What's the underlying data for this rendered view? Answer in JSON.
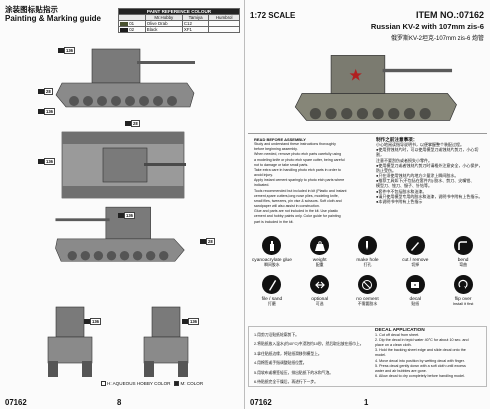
{
  "left_page": {
    "title_cn": "涂装图标贴指示",
    "title_en": "Painting & Marking guide",
    "page_number": "8",
    "item_code": "07162",
    "paint_table": {
      "header": "PAINT REFERENCE COLOUR",
      "columns": [
        "",
        "Mr.Hobby",
        "Tamiya",
        "Humbrol"
      ],
      "rows": [
        {
          "id": "01",
          "swatch": "#4a5230",
          "name": "Olive Drab",
          "code": "C12"
        },
        {
          "id": "02",
          "swatch": "#1c1c1c",
          "name": "Black",
          "code": "XF1"
        }
      ]
    },
    "callouts": [
      "136",
      "28",
      "136",
      "28",
      "136",
      "136",
      "28",
      "136",
      "136"
    ],
    "legend": {
      "h_label": "H: AQUEOUS HOBBY COLOR",
      "m_label": "M: COLOR"
    }
  },
  "right_page": {
    "scale": "1:72 SCALE",
    "item_label": "ITEM NO.:07162",
    "model_en": "Russian KV-2 with 107mm zis-6",
    "model_cn": "俄罗斯KV-2坦克-107mm zis-6 炮管",
    "page_number": "1",
    "item_code": "07162",
    "notes_en": {
      "title": "READ BEFORE ASSEMBLY",
      "lines": [
        "Study and understand these instructions thoroughly",
        "before beginning assembly.",
        "When needed, remove photo etch parts carefully using",
        "a modeling knife or photo etch spare cutter, being careful",
        "not to damage or take small parts.",
        "Take extra care in handling photo etch parts in order to",
        "avoid injury.",
        "Apply instant cement sparingly to photo etch parts where",
        "indicated.",
        "Tools recommended but included in kit (Plastic and instant",
        "cement,spare cutters,long nose plies, modeling knife,",
        "small files, tweezers, pin vise & scissors. Soft cloth and",
        "sandpaper will also assist in construction.",
        "Glue and parts are not included in the kit. Use plastic",
        "cement and hobby paints only. Color guide for painting",
        "part is included in the kit."
      ]
    },
    "notes_cn": {
      "title": "制作之前注意事项：",
      "lines": [
        "小心地阅读指导说明书，以便掌握整个装配过程。",
        "●使用到蚀刻片时，可以使用模型刀或蚀刻片剪刀，小心切割，",
        "注意不要刮伤或者损失小零件。",
        "●使用模型刀或者蚀刻片剪刀时请格外注意安全，小心保护，",
        "防止受伤。",
        "●只在须使用蚀刻片的地方少量涂上瞬间胶水。",
        "●推荐工具如下(不包括在套件内):胶水、剪刀、尖嘴钳、",
        "模型刀、锉刀、镊子、针钻等。",
        "●套件中不包括胶水和油漆。",
        "●请只使用模型专用的胶水和油漆，说明书中附有上色指示。",
        "●本说明书中附有上色指示"
      ]
    },
    "icons": [
      {
        "name": "cyanoacrylate-glue-icon",
        "label": "cyanoacrylate glue",
        "cn": "瞬间胶水"
      },
      {
        "name": "weight-icon",
        "label": "weight",
        "cn": "配重"
      },
      {
        "name": "make-hole-icon",
        "label": "make hole",
        "cn": "打孔"
      },
      {
        "name": "cut-remove-icon",
        "label": "cut / remove",
        "cn": "切掉"
      },
      {
        "name": "bend-icon",
        "label": "bend",
        "cn": "弯曲"
      },
      {
        "name": "file-sand-icon",
        "label": "file / sand",
        "cn": "打磨"
      },
      {
        "name": "optional-icon",
        "label": "optional",
        "cn": "可选"
      },
      {
        "name": "no-cement-icon",
        "label": "no cement",
        "cn": "不需要胶水"
      },
      {
        "name": "decal-icon",
        "label": "decal",
        "cn": "贴纸"
      },
      {
        "name": "flip-icon",
        "label": "flip over",
        "cn": "Install it first"
      }
    ],
    "decal_cn": [
      "1.用剪刀沿贴纸轮廓剪下。",
      "2.将贴纸放入温水(约40°C)中浸泡约10秒，然后取出放在纸巾上。",
      "3.拿住贴纸边缘，将贴纸滑移到模型上。",
      "4.用棉签或手指调整贴纸位置。",
      "5.用软布或棉签轻压，排出贴纸下的水和气泡。",
      "6.待贴纸完全干燥后，再进行下一步。"
    ],
    "decal_en": {
      "title": "DECAL APPLICATION",
      "lines": [
        "1. Cut off decal from sheet.",
        "2. Dip the decal in tepid water 40°C for about 10 sec. and",
        "   place on a clean cloth.",
        "3. Hold the backing sheet edge and slide decal onto the",
        "   model.",
        "4. Move decal into position by wetting decal with finger.",
        "5. Press decal gently down with a soft cloth until excess",
        "   water and air bubbles are gone.",
        "6. Allow decal to dry completely before handling model."
      ]
    }
  }
}
